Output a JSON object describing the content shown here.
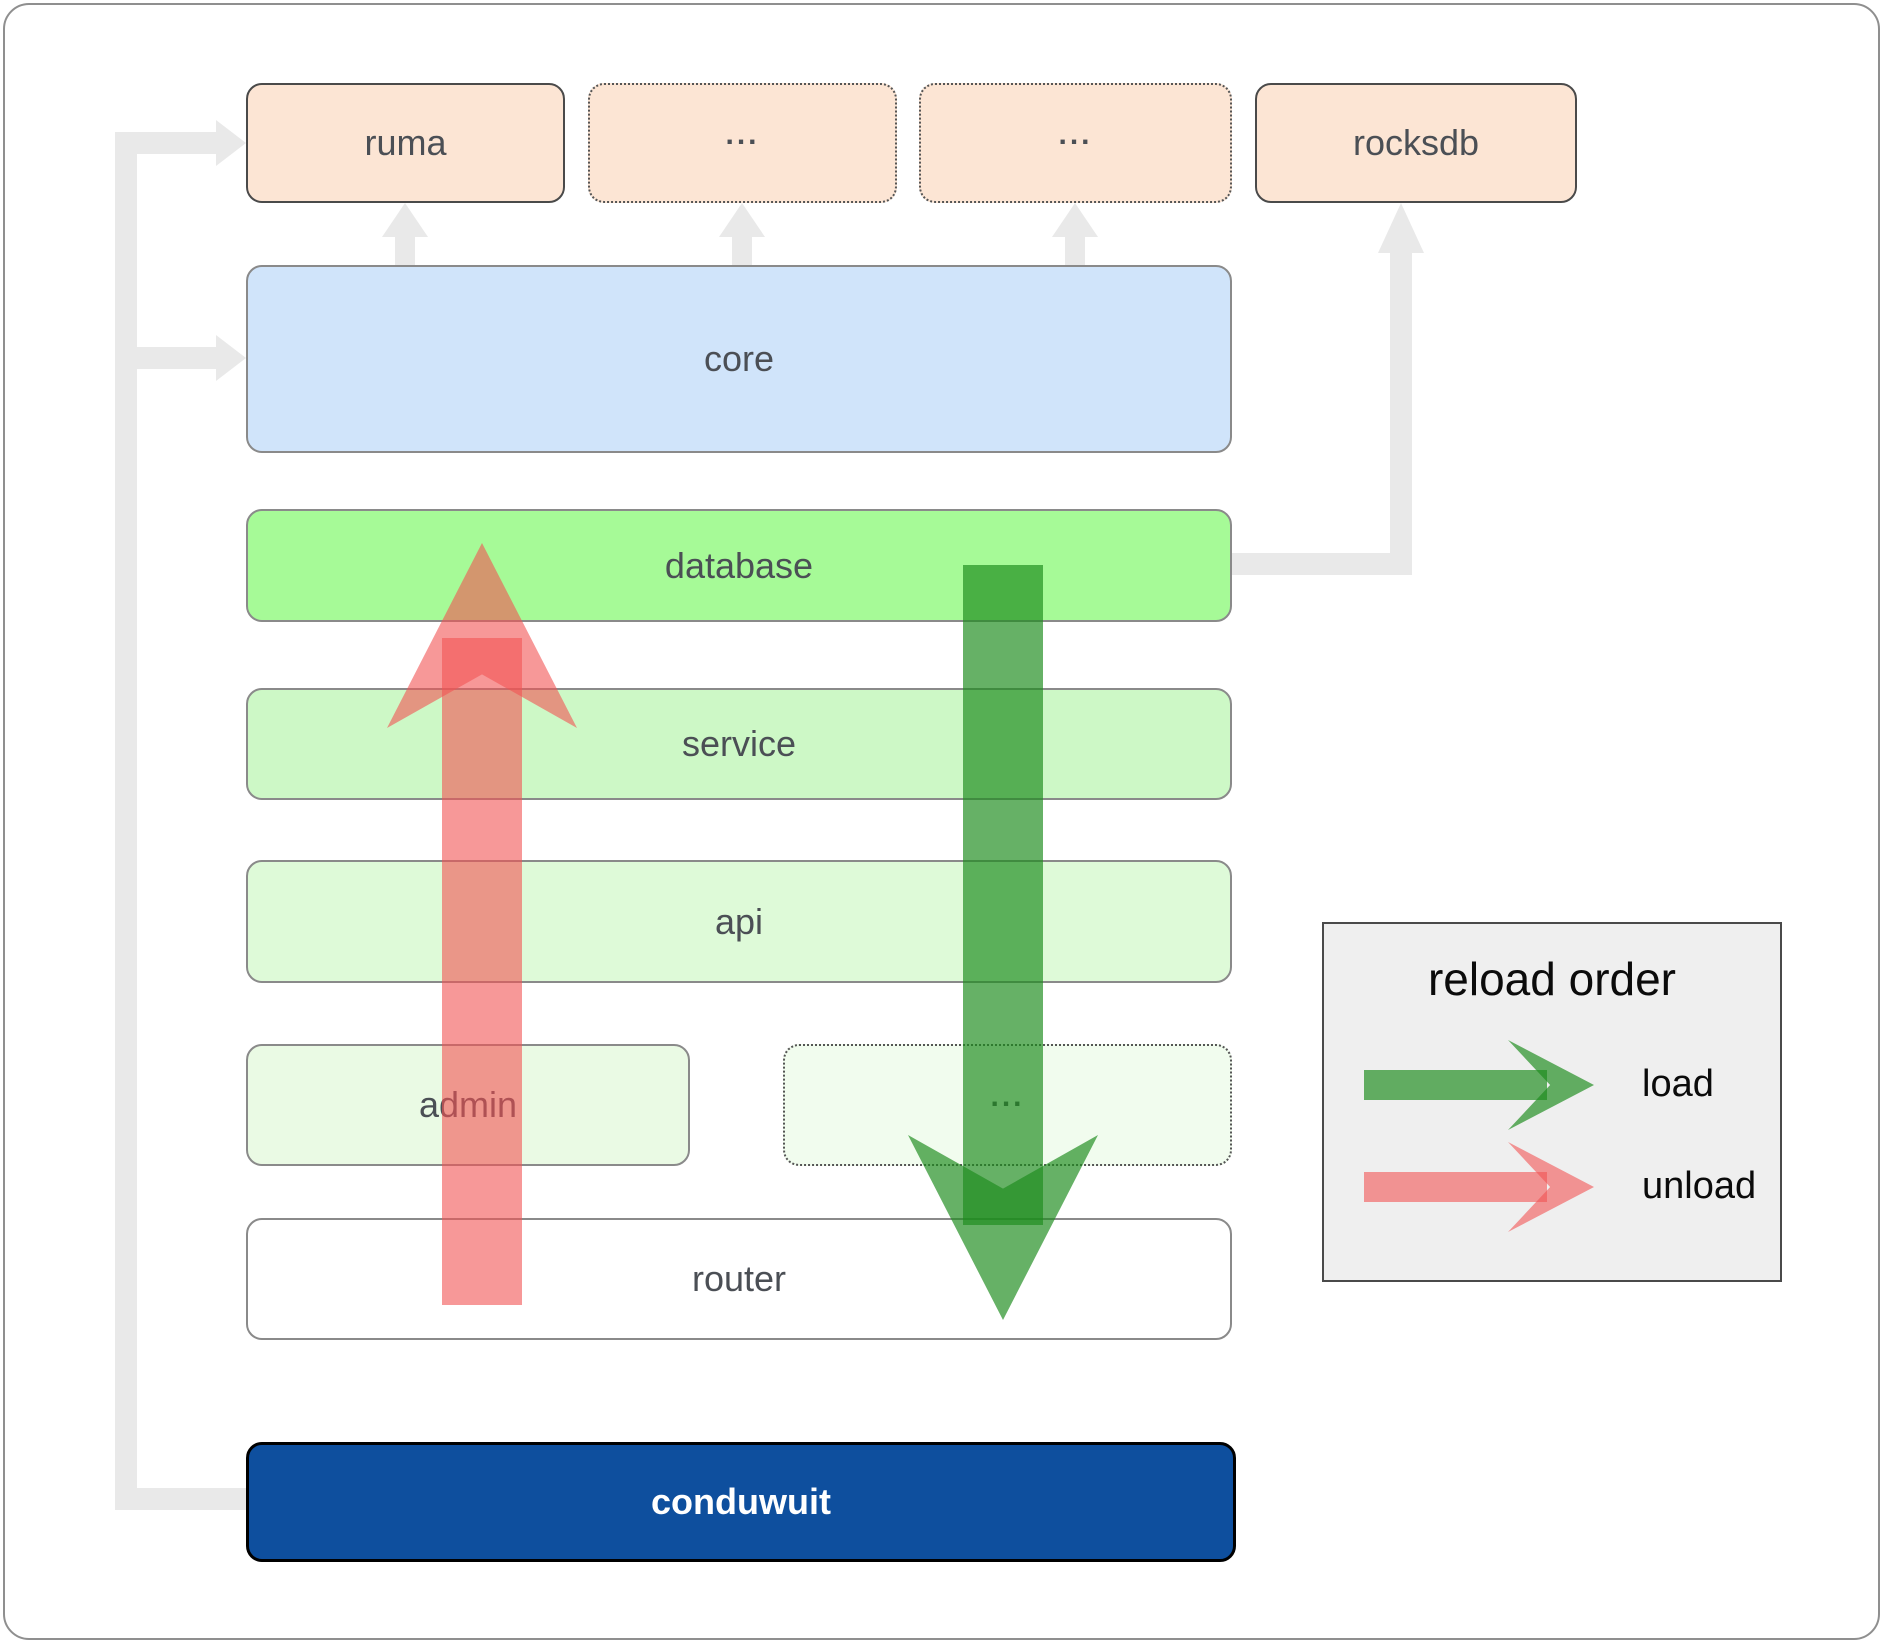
{
  "diagram": {
    "top_row": [
      {
        "id": "ruma",
        "label": "ruma",
        "style": "solid"
      },
      {
        "id": "ext-1",
        "label": "...",
        "style": "dotted"
      },
      {
        "id": "ext-2",
        "label": "...",
        "style": "dotted"
      },
      {
        "id": "rocksdb",
        "label": "rocksdb",
        "style": "solid"
      }
    ],
    "layers": {
      "core": {
        "label": "core"
      },
      "database": {
        "label": "database"
      },
      "service": {
        "label": "service"
      },
      "api": {
        "label": "api"
      },
      "admin": {
        "label": "admin"
      },
      "admin_ext": {
        "label": "..."
      },
      "router": {
        "label": "router"
      },
      "conduwuit": {
        "label": "conduwuit"
      }
    }
  },
  "legend": {
    "title": "reload order",
    "items": [
      {
        "label": "load",
        "color": "green"
      },
      {
        "label": "unload",
        "color": "red"
      }
    ]
  },
  "colors": {
    "peach_fill": "#fce5d4",
    "core_fill": "#d0e4fa",
    "database_fill": "#a6fa97",
    "service_fill": "#cdf8c6",
    "api_fill": "#defad8",
    "admin_fill": "#eafae4",
    "admin_ext_fill": "#f1fcee",
    "router_fill": "#ffffff",
    "conduwuit_fill": "#0e4f9e",
    "conduwuit_text": "#ffffff",
    "legend_fill": "#efefef",
    "connector_gray": "#e9e9e9",
    "load_green": "rgba(30,140,30,0.68)",
    "unload_red": "rgba(242,84,84,0.6)",
    "label_text": "#4b4f55"
  }
}
